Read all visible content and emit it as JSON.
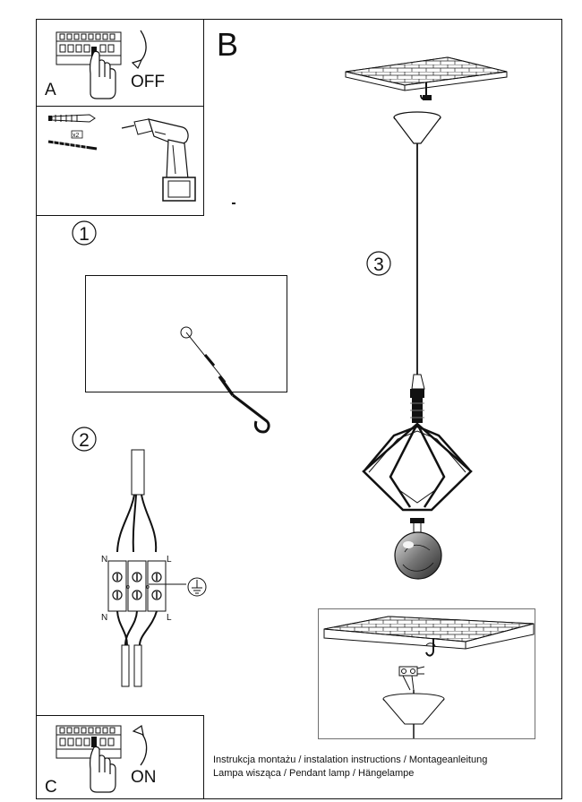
{
  "panels": {
    "a": {
      "letter": "A",
      "action": "OFF"
    },
    "b": {
      "letter": "B"
    },
    "c": {
      "letter": "C",
      "action": "ON"
    }
  },
  "tools": {
    "anchor_qty": "x2"
  },
  "steps": [
    "1",
    "2",
    "3"
  ],
  "wiring": {
    "top_left": "N",
    "top_right": "L",
    "bottom_left": "N",
    "bottom_right": "L"
  },
  "captions": {
    "line1": "Instrukcja montażu / instalation instructions / Montageanleitung",
    "line2": "Lampa wisząca / Pendant lamp / Hängelampe"
  },
  "colors": {
    "ink": "#111111",
    "paper": "#ffffff",
    "glass": "#3a3a3a"
  },
  "icons": [
    "breaker-icon",
    "hand-icon",
    "arrow-icon",
    "drill-icon",
    "wall-plug-icon",
    "screw-icon",
    "hook-icon",
    "ground-icon",
    "pendant-lamp-icon",
    "bulb-icon"
  ]
}
